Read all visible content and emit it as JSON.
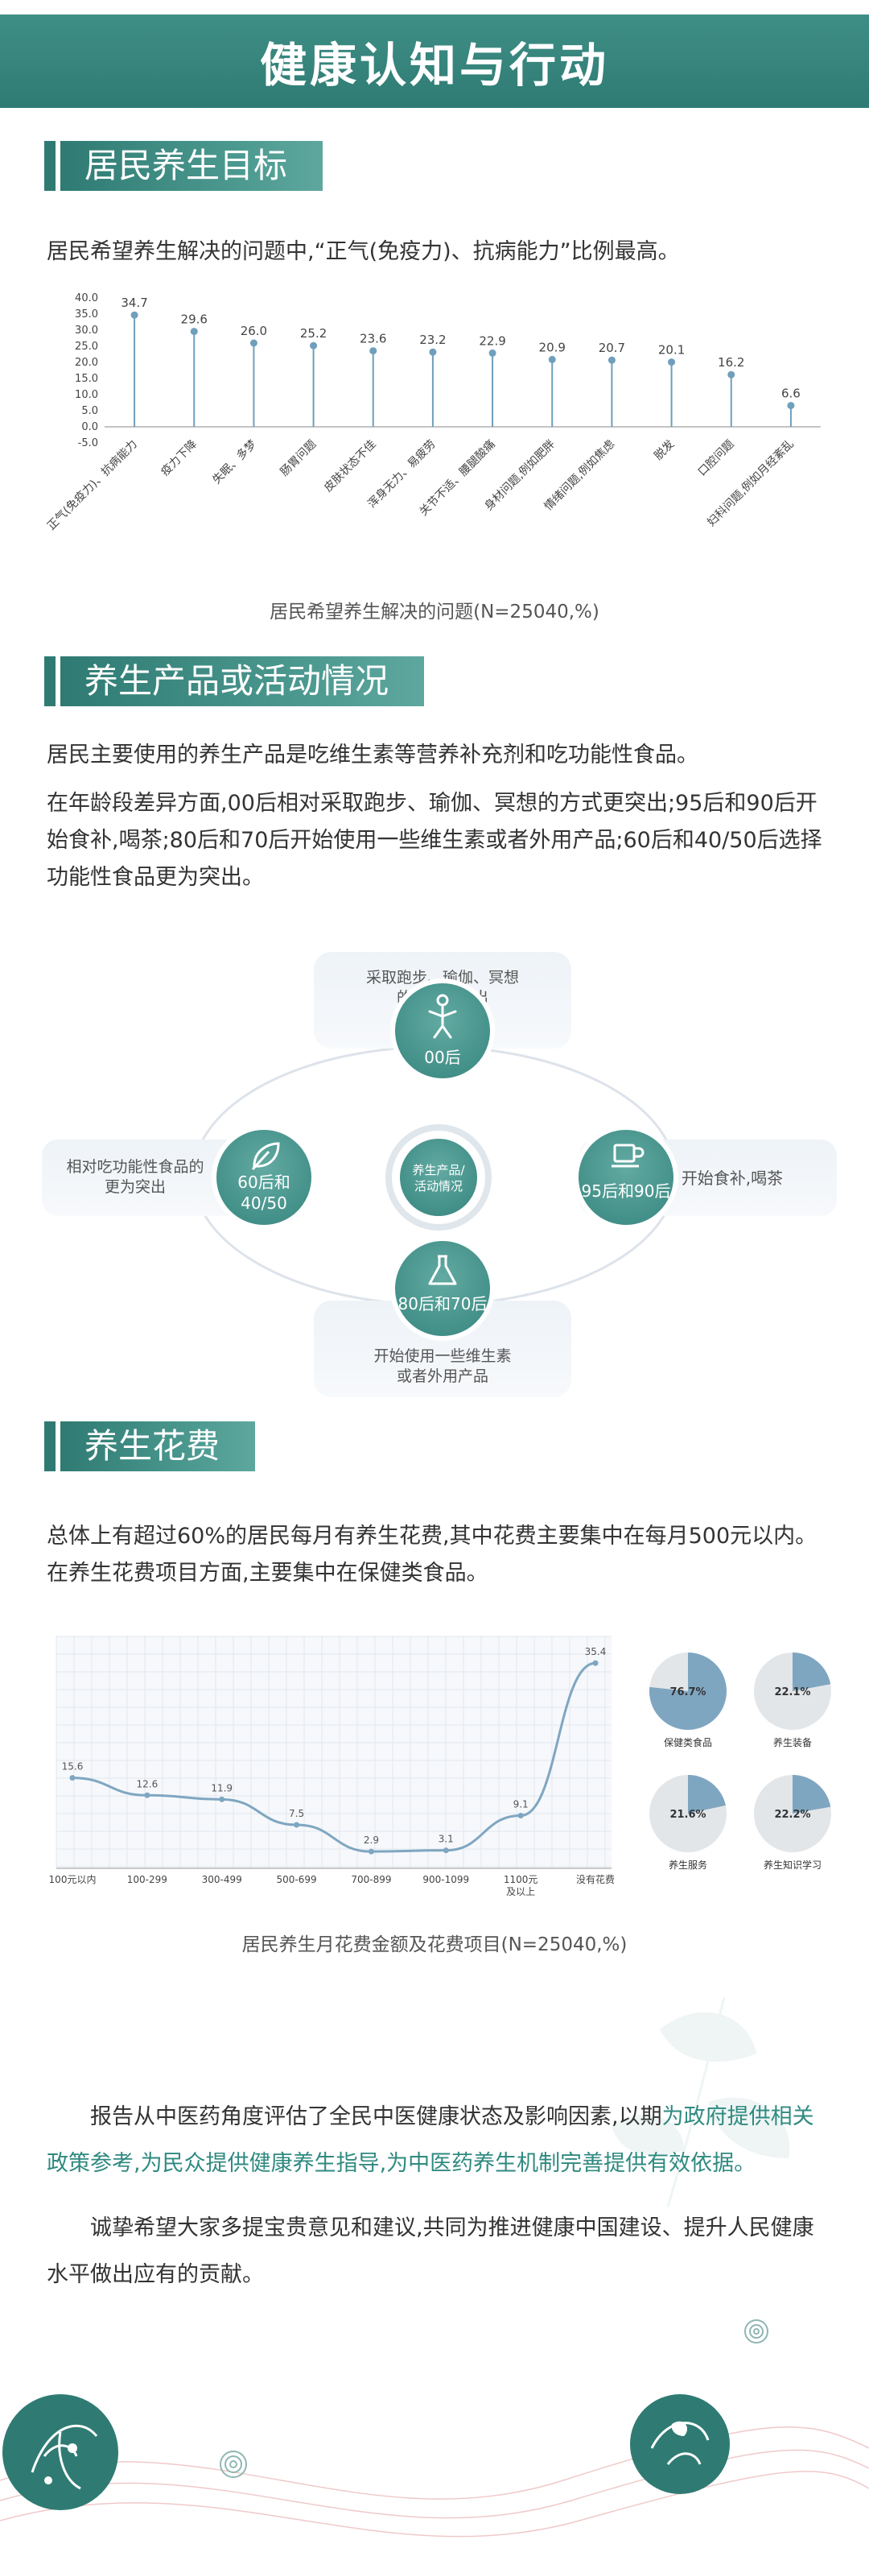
{
  "header": {
    "title": "健康认知与行动"
  },
  "section1": {
    "title": "居民养生目标",
    "intro": "居民希望养生解决的问题中,“正气(免疫力)、抗病能力”比例最高。",
    "caption": "居民希望养生解决的问题(N=25040,%)"
  },
  "chart_data": [
    {
      "type": "bar",
      "categories": [
        "正气(免疫力)、抗病能力",
        "疫力下降",
        "失眠、多梦",
        "肠胃问题",
        "皮肤状态不佳",
        "浑身无力、易疲劳",
        "关节不适、腰腿酸痛",
        "身材问题,例如肥胖",
        "情绪问题,例如焦虑",
        "脱发",
        "口腔问题",
        "妇科问题,例如月经紊乱"
      ],
      "values": [
        34.7,
        29.6,
        26.0,
        25.2,
        23.6,
        23.2,
        22.9,
        20.9,
        20.7,
        20.1,
        16.2,
        6.6
      ],
      "value_labels": [
        "34.7",
        "29.6",
        "26.0",
        "25.2",
        "23.6",
        "23.2",
        "22.9",
        "20.9",
        "20.7",
        "20.1",
        "16.2",
        "6.6"
      ],
      "yticks": [
        "40.0",
        "35.0",
        "30.0",
        "25.0",
        "20.0",
        "15.0",
        "10.0",
        "5.0",
        "0.0",
        "-5.0"
      ],
      "ylim": [
        -5,
        40
      ],
      "style": "lollipop",
      "color": "#6f9fbc"
    },
    {
      "type": "line",
      "categories": [
        "100元以内",
        "100-299",
        "300-499",
        "500-699",
        "700-899",
        "900-1099",
        "1100元及以上",
        "没有花费"
      ],
      "values": [
        15.6,
        12.6,
        11.9,
        7.5,
        2.9,
        3.1,
        9.1,
        35.4
      ],
      "value_labels": [
        "15.6",
        "12.6",
        "11.9",
        "7.5",
        "2.9",
        "3.1",
        "9.1",
        "35.4"
      ],
      "ylim": [
        0,
        40
      ],
      "grid": true,
      "color": "#7fa6c1"
    },
    {
      "type": "pie",
      "items": [
        {
          "label": "保健类食品",
          "value": 76.7,
          "value_label": "76.7%"
        },
        {
          "label": "养生装备",
          "value": 22.1,
          "value_label": "22.1%"
        },
        {
          "label": "养生服务",
          "value": 21.6,
          "value_label": "21.6%"
        },
        {
          "label": "养生知识学习",
          "value": 22.2,
          "value_label": "22.2%"
        }
      ],
      "colors": {
        "fill": "#7fa6c1",
        "rest": "#e3e6e9"
      }
    }
  ],
  "section2": {
    "title": "养生产品或活动情况",
    "p1": "居民主要使用的养生产品是吃维生素等营养补充剂和吃功能性食品。",
    "p2": "在年龄段差异方面,00后相对采取跑步、瑜伽、冥想的方式更突出;95后和90后开始食补,喝茶;80后和70后开始使用一些维生素或者外用产品;60后和40/50后选择功能性食品更为突出。",
    "center": "养生产品/活动情况",
    "nodes": {
      "top": {
        "label": "00后",
        "desc": "采取跑步、瑜伽、冥想的方式更突出",
        "icon": "yoga-icon"
      },
      "right": {
        "label": "95后和90后",
        "desc": "开始食补,喝茶",
        "icon": "cup-icon"
      },
      "bottom": {
        "label": "80后和70后",
        "desc": "开始使用一些维生素或者外用产品",
        "icon": "flask-icon"
      },
      "left": {
        "label": "60后和40/50",
        "desc": "相对吃功能性食品的更为突出",
        "icon": "leaf-icon"
      }
    },
    "colors": {
      "node": "#4b9a93",
      "accent": "#2f7b73"
    }
  },
  "section3": {
    "title": "养生花费",
    "p1": "总体上有超过60%的居民每月有养生花费,其中花费主要集中在每月500元以内。",
    "p2": "在养生花费项目方面,主要集中在保健类食品。",
    "caption": "居民养生月花费金额及花费项目(N=25040,%)"
  },
  "closing": {
    "p1_plain": "报告从中医药角度评估了全民中医健康状态及影响因素,以期",
    "p1_highlight": "为政府提供相关政策参考,为民众提供健康养生指导,为中医药养生机制完善提供有效依据。",
    "p2": "诚挚希望大家多提宝贵意见和建议,共同为推进健康中国建设、提升人民健康水平做出应有的贡献。"
  }
}
